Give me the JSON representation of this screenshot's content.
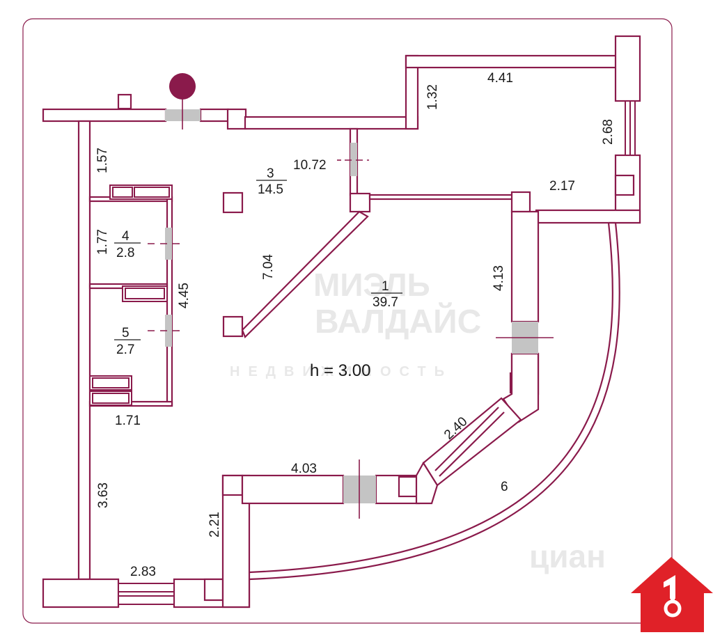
{
  "colors": {
    "wall": "#8a1a4b",
    "door_fill": "#c4c4c4",
    "frame": "#8a1a4b",
    "logo": "#e02128",
    "marker": "#8a1a4b"
  },
  "height_label": "h = 3.00",
  "rooms": [
    {
      "id": "3",
      "area": "14.5"
    },
    {
      "id": "1",
      "area": "39.7"
    },
    {
      "id": "4",
      "area": "2.8"
    },
    {
      "id": "5",
      "area": "2.7"
    },
    {
      "id": "6",
      "area": ""
    }
  ],
  "dimensions": {
    "d441": "4.41",
    "d132": "1.32",
    "d268": "2.68",
    "d217": "2.17",
    "d1072": "10.72",
    "d157": "1.57",
    "d177": "1.77",
    "d704": "7.04",
    "d445": "4.45",
    "d413": "4.13",
    "d171": "1.71",
    "d240": "2.40",
    "d403": "4.03",
    "d363": "3.63",
    "d221": "2.21",
    "d283": "2.83"
  },
  "watermark": {
    "line1": "МИЭЛЬ",
    "line2": "ВАЛДАЙС",
    "line3": "НЕДВИЖИМОСТЬ",
    "corner": "циан"
  },
  "icons": {
    "compass": "north-marker-icon",
    "logo": "house-key-logo-icon"
  }
}
